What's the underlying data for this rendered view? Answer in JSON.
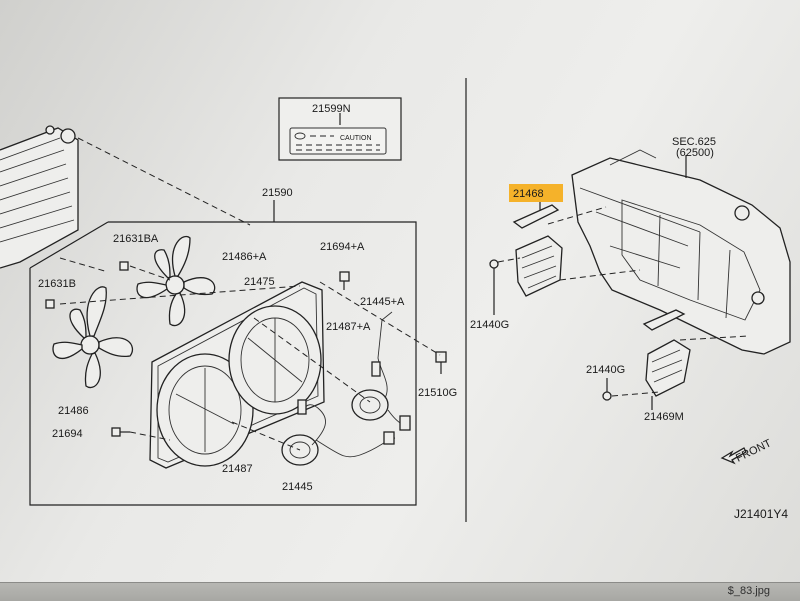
{
  "labels": {
    "caution_part": "21599N",
    "caution_text": "CAUTION",
    "fan_assembly": "21590",
    "sec_ref": "SEC.625",
    "sec_sub": "(62500)",
    "part_21631BA": "21631BA",
    "part_21486A": "21486+A",
    "part_21694A": "21694+A",
    "part_21631B": "21631B",
    "part_21475": "21475",
    "part_21445A": "21445+A",
    "part_21487A": "21487+A",
    "part_21510G": "21510G",
    "part_21486": "21486",
    "part_21694": "21694",
    "part_21487": "21487",
    "part_21445": "21445",
    "part_21468": "21468",
    "part_21440G_top": "21440G",
    "part_21440G_bottom": "21440G",
    "part_21469M": "21469M",
    "front": "FRONT",
    "diagram_id": "J21401Y4"
  },
  "highlight_color": "#f5b22a",
  "taskbar": {
    "filename": "$_83.jpg"
  }
}
